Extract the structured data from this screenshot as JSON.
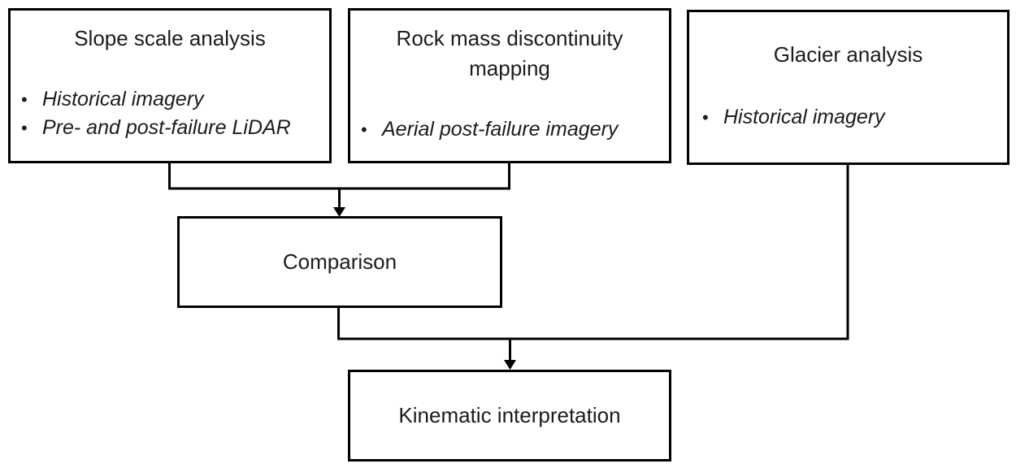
{
  "figure": {
    "type": "flowchart",
    "background_color": "#ffffff",
    "border_color": "#000000",
    "text_color": "#1c1c1c",
    "bullet_char": "•",
    "boxes": {
      "slope": {
        "title": "Slope scale analysis",
        "bullets": [
          "Historical imagery",
          "Pre- and post-failure LiDAR"
        ]
      },
      "rock": {
        "title": "Rock mass discontinuity mapping",
        "bullets": [
          "Aerial post-failure imagery"
        ]
      },
      "glacier": {
        "title": "Glacier analysis",
        "bullets": [
          "Historical imagery"
        ]
      },
      "comparison": {
        "title": "Comparison"
      },
      "kinematic": {
        "title": "Kinematic interpretation"
      }
    },
    "flows": [
      "Slope scale analysis + Rock mass discontinuity mapping -> Comparison",
      "Comparison + Glacier analysis -> Kinematic interpretation"
    ]
  }
}
